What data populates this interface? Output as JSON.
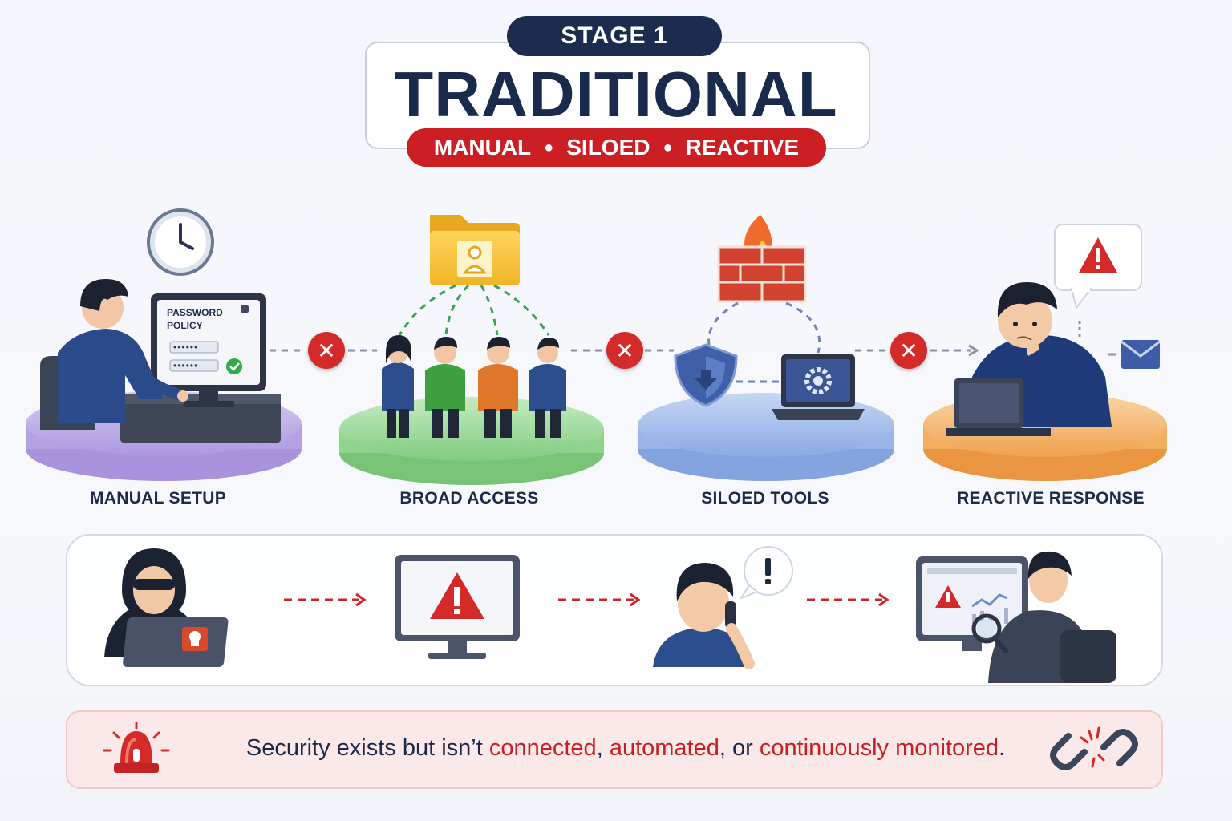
{
  "header": {
    "stage": "STAGE 1",
    "title": "TRADITIONAL",
    "tags": [
      "MANUAL",
      "SILOED",
      "REACTIVE"
    ]
  },
  "stages": [
    {
      "label": "MANUAL SETUP",
      "platform_color": "#b7a6e3"
    },
    {
      "label": "BROAD ACCESS",
      "platform_color": "#8fd48f"
    },
    {
      "label": "SILOED TOOLS",
      "platform_color": "#95b3e8"
    },
    {
      "label": "REACTIVE RESPONSE",
      "platform_color": "#f3b36a"
    }
  ],
  "screen": {
    "line1": "PASSWORD",
    "line2": "POLICY",
    "masked1": "••••••",
    "masked2": "••••••"
  },
  "icons": {
    "connector": "x-circle-icon",
    "alert": "warning-triangle-icon",
    "firewall": "firewall-icon",
    "shield": "shield-icon",
    "folder": "user-folder-icon",
    "clock": "clock-icon",
    "mail": "envelope-icon",
    "siren": "siren-icon",
    "broken_link": "broken-chain-icon"
  },
  "banner": {
    "prefix": "Security exists but isn’t ",
    "w1": "connected",
    "sep1": ", ",
    "w2": "automated",
    "sep2": ", or ",
    "w3": "continuously monitored",
    "suffix": "."
  },
  "colors": {
    "navy": "#1c2c4f",
    "red": "#cc1f24",
    "banner_bg": "#fbe9ea"
  }
}
